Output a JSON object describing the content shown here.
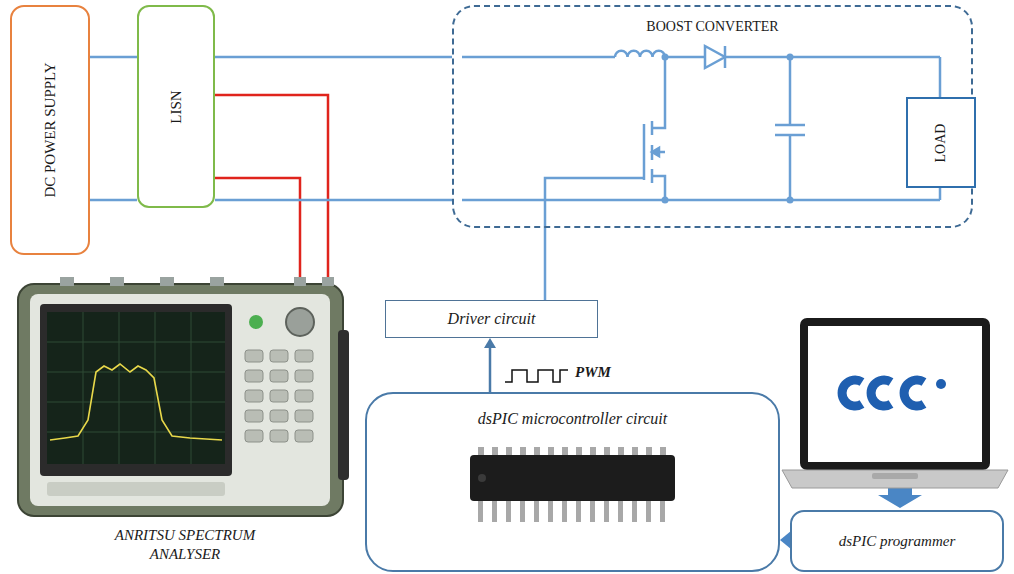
{
  "diagram": {
    "nodes": [
      {
        "text": [
          "DC POWER SUPPLY"
        ]
      },
      {
        "text": [
          "LISN"
        ]
      },
      {
        "text": [
          "BOOST CONVERTER"
        ]
      },
      {
        "text": [
          "LOAD"
        ]
      },
      {
        "text": [
          "Driver circuit"
        ]
      },
      {
        "text": [
          "dsPIC microcontroller circuit"
        ]
      },
      {
        "text": [
          "dsPIC programmer"
        ]
      }
    ],
    "edges": [
      {
        "from": 0,
        "to": 1,
        "arrow": "none"
      },
      {
        "from": 0,
        "to": 1,
        "arrow": "none"
      },
      {
        "from": 1,
        "to": 2,
        "arrow": "none"
      },
      {
        "from": 1,
        "to": 2,
        "arrow": "none"
      },
      {
        "from": 2,
        "to": 3,
        "arrow": "none"
      },
      {
        "from": 2,
        "to": 3,
        "arrow": "none"
      },
      {
        "from": 4,
        "to": 2,
        "arrow": "none"
      },
      {
        "from": 5,
        "to": 4,
        "arrow": "to"
      },
      {
        "from": 6,
        "to": 5,
        "arrow": "to"
      }
    ],
    "labels": [
      "PWM",
      "ANRITSU SPECTRUM ANALYSER"
    ]
  }
}
